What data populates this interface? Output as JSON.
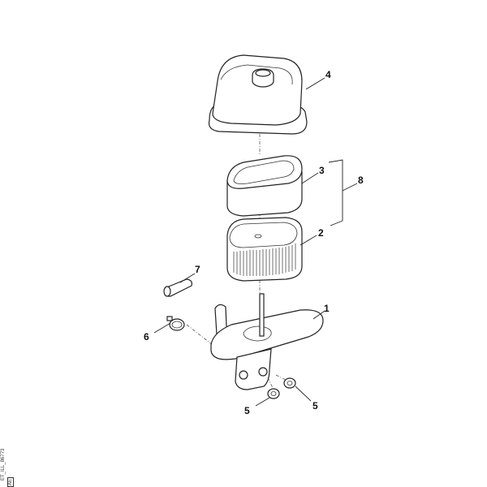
{
  "diagram": {
    "callouts": [
      {
        "id": "1",
        "part": "air-filter-base"
      },
      {
        "id": "2",
        "part": "air-filter-element"
      },
      {
        "id": "3",
        "part": "pre-filter-foam"
      },
      {
        "id": "4",
        "part": "air-filter-cover"
      },
      {
        "id": "5",
        "part": "nut"
      },
      {
        "id": "6",
        "part": "hose-clip"
      },
      {
        "id": "7",
        "part": "hose"
      },
      {
        "id": "8",
        "part": "filter-set-bracket"
      }
    ],
    "labels": {
      "l1": "1",
      "l2": "2",
      "l3": "3",
      "l4": "4",
      "l5a": "5",
      "l5b": "5",
      "l6": "6",
      "l7": "7",
      "l8": "8"
    },
    "illustration_code": "ET_ILL_86773",
    "illustration_tag": "AE"
  }
}
